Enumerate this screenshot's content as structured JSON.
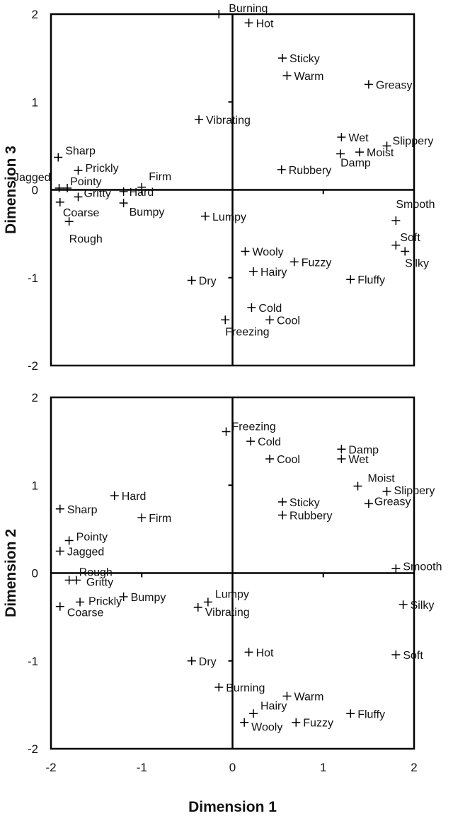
{
  "chart_data": [
    {
      "type": "scatter",
      "panel": "top",
      "xlabel": "",
      "ylabel": "Dimension 3",
      "xlim": [
        -2,
        2
      ],
      "ylim": [
        -2,
        2
      ],
      "xticks": [
        "-2",
        "-1",
        "0",
        "1",
        "2"
      ],
      "yticks": [
        "2",
        "1",
        "0",
        "-1",
        "-2"
      ],
      "grid": false,
      "points": [
        {
          "label": "Burning",
          "x": -0.15,
          "y": 2.0
        },
        {
          "label": "Hot",
          "x": 0.18,
          "y": 1.9
        },
        {
          "label": "Sticky",
          "x": 0.55,
          "y": 1.5
        },
        {
          "label": "Warm",
          "x": 0.6,
          "y": 1.3
        },
        {
          "label": "Greasy",
          "x": 1.5,
          "y": 1.2
        },
        {
          "label": "Vibrating",
          "x": -0.37,
          "y": 0.8
        },
        {
          "label": "Wet",
          "x": 1.2,
          "y": 0.6
        },
        {
          "label": "Slippery",
          "x": 1.7,
          "y": 0.5
        },
        {
          "label": "Moist",
          "x": 1.4,
          "y": 0.43
        },
        {
          "label": "Damp",
          "x": 1.19,
          "y": 0.41
        },
        {
          "label": "Rubbery",
          "x": 0.54,
          "y": 0.23
        },
        {
          "label": "Sharp",
          "x": -1.92,
          "y": 0.37
        },
        {
          "label": "Prickly",
          "x": -1.7,
          "y": 0.22
        },
        {
          "label": "Firm",
          "x": -1.0,
          "y": 0.03
        },
        {
          "label": "Jagged",
          "x": -1.91,
          "y": 0.02
        },
        {
          "label": "Pointy",
          "x": -1.82,
          "y": 0.02
        },
        {
          "label": "Hard",
          "x": -1.2,
          "y": -0.02
        },
        {
          "label": "Gritty",
          "x": -1.7,
          "y": -0.08
        },
        {
          "label": "Coarse",
          "x": -1.9,
          "y": -0.14
        },
        {
          "label": "Bumpy",
          "x": -1.2,
          "y": -0.15
        },
        {
          "label": "Rough",
          "x": -1.8,
          "y": -0.36
        },
        {
          "label": "Lumpy",
          "x": -0.3,
          "y": -0.3
        },
        {
          "label": "Smooth",
          "x": 1.8,
          "y": -0.35
        },
        {
          "label": "Soft",
          "x": 1.8,
          "y": -0.63
        },
        {
          "label": "Silky",
          "x": 1.9,
          "y": -0.7
        },
        {
          "label": "Wooly",
          "x": 0.14,
          "y": -0.7
        },
        {
          "label": "Fuzzy",
          "x": 0.68,
          "y": -0.82
        },
        {
          "label": "Hairy",
          "x": 0.23,
          "y": -0.93
        },
        {
          "label": "Fluffy",
          "x": 1.3,
          "y": -1.02
        },
        {
          "label": "Dry",
          "x": -0.45,
          "y": -1.03
        },
        {
          "label": "Cold",
          "x": 0.21,
          "y": -1.34
        },
        {
          "label": "Cool",
          "x": 0.41,
          "y": -1.48
        },
        {
          "label": "Freezing",
          "x": -0.08,
          "y": -1.48
        }
      ]
    },
    {
      "type": "scatter",
      "panel": "bottom",
      "xlabel": "Dimension 1",
      "ylabel": "Dimension 2",
      "xlim": [
        -2,
        2
      ],
      "ylim": [
        -2,
        2
      ],
      "xticks": [
        "-2",
        "-1",
        "0",
        "1",
        "2"
      ],
      "yticks": [
        "2",
        "1",
        "0",
        "-1",
        "-2"
      ],
      "grid": false,
      "points": [
        {
          "label": "Freezing",
          "x": -0.07,
          "y": 1.61
        },
        {
          "label": "Cold",
          "x": 0.2,
          "y": 1.5
        },
        {
          "label": "Cool",
          "x": 0.41,
          "y": 1.3
        },
        {
          "label": "Damp",
          "x": 1.2,
          "y": 1.41
        },
        {
          "label": "Wet",
          "x": 1.2,
          "y": 1.3
        },
        {
          "label": "Moist",
          "x": 1.38,
          "y": 0.99
        },
        {
          "label": "Slippery",
          "x": 1.7,
          "y": 0.93
        },
        {
          "label": "Greasy",
          "x": 1.5,
          "y": 0.79
        },
        {
          "label": "Sticky",
          "x": 0.55,
          "y": 0.81
        },
        {
          "label": "Rubbery",
          "x": 0.55,
          "y": 0.66
        },
        {
          "label": "Hard",
          "x": -1.3,
          "y": 0.88
        },
        {
          "label": "Sharp",
          "x": -1.9,
          "y": 0.73
        },
        {
          "label": "Firm",
          "x": -1.0,
          "y": 0.63
        },
        {
          "label": "Pointy",
          "x": -1.8,
          "y": 0.37
        },
        {
          "label": "Jagged",
          "x": -1.9,
          "y": 0.25
        },
        {
          "label": "Rough",
          "x": -1.8,
          "y": -0.08
        },
        {
          "label": "Gritty",
          "x": -1.72,
          "y": -0.08
        },
        {
          "label": "Smooth",
          "x": 1.8,
          "y": 0.05
        },
        {
          "label": "Bumpy",
          "x": -1.2,
          "y": -0.27
        },
        {
          "label": "Prickly",
          "x": -1.68,
          "y": -0.33
        },
        {
          "label": "Coarse",
          "x": -1.9,
          "y": -0.38
        },
        {
          "label": "Lumpy",
          "x": -0.27,
          "y": -0.33
        },
        {
          "label": "Vibrating",
          "x": -0.38,
          "y": -0.39
        },
        {
          "label": "Silky",
          "x": 1.88,
          "y": -0.36
        },
        {
          "label": "Hot",
          "x": 0.18,
          "y": -0.9
        },
        {
          "label": "Soft",
          "x": 1.8,
          "y": -0.93
        },
        {
          "label": "Dry",
          "x": -0.45,
          "y": -1.0
        },
        {
          "label": "Burning",
          "x": -0.15,
          "y": -1.3
        },
        {
          "label": "Warm",
          "x": 0.6,
          "y": -1.4
        },
        {
          "label": "Hairy",
          "x": 0.23,
          "y": -1.6
        },
        {
          "label": "Fluffy",
          "x": 1.3,
          "y": -1.6
        },
        {
          "label": "Wooly",
          "x": 0.13,
          "y": -1.7
        },
        {
          "label": "Fuzzy",
          "x": 0.7,
          "y": -1.7
        }
      ]
    }
  ]
}
